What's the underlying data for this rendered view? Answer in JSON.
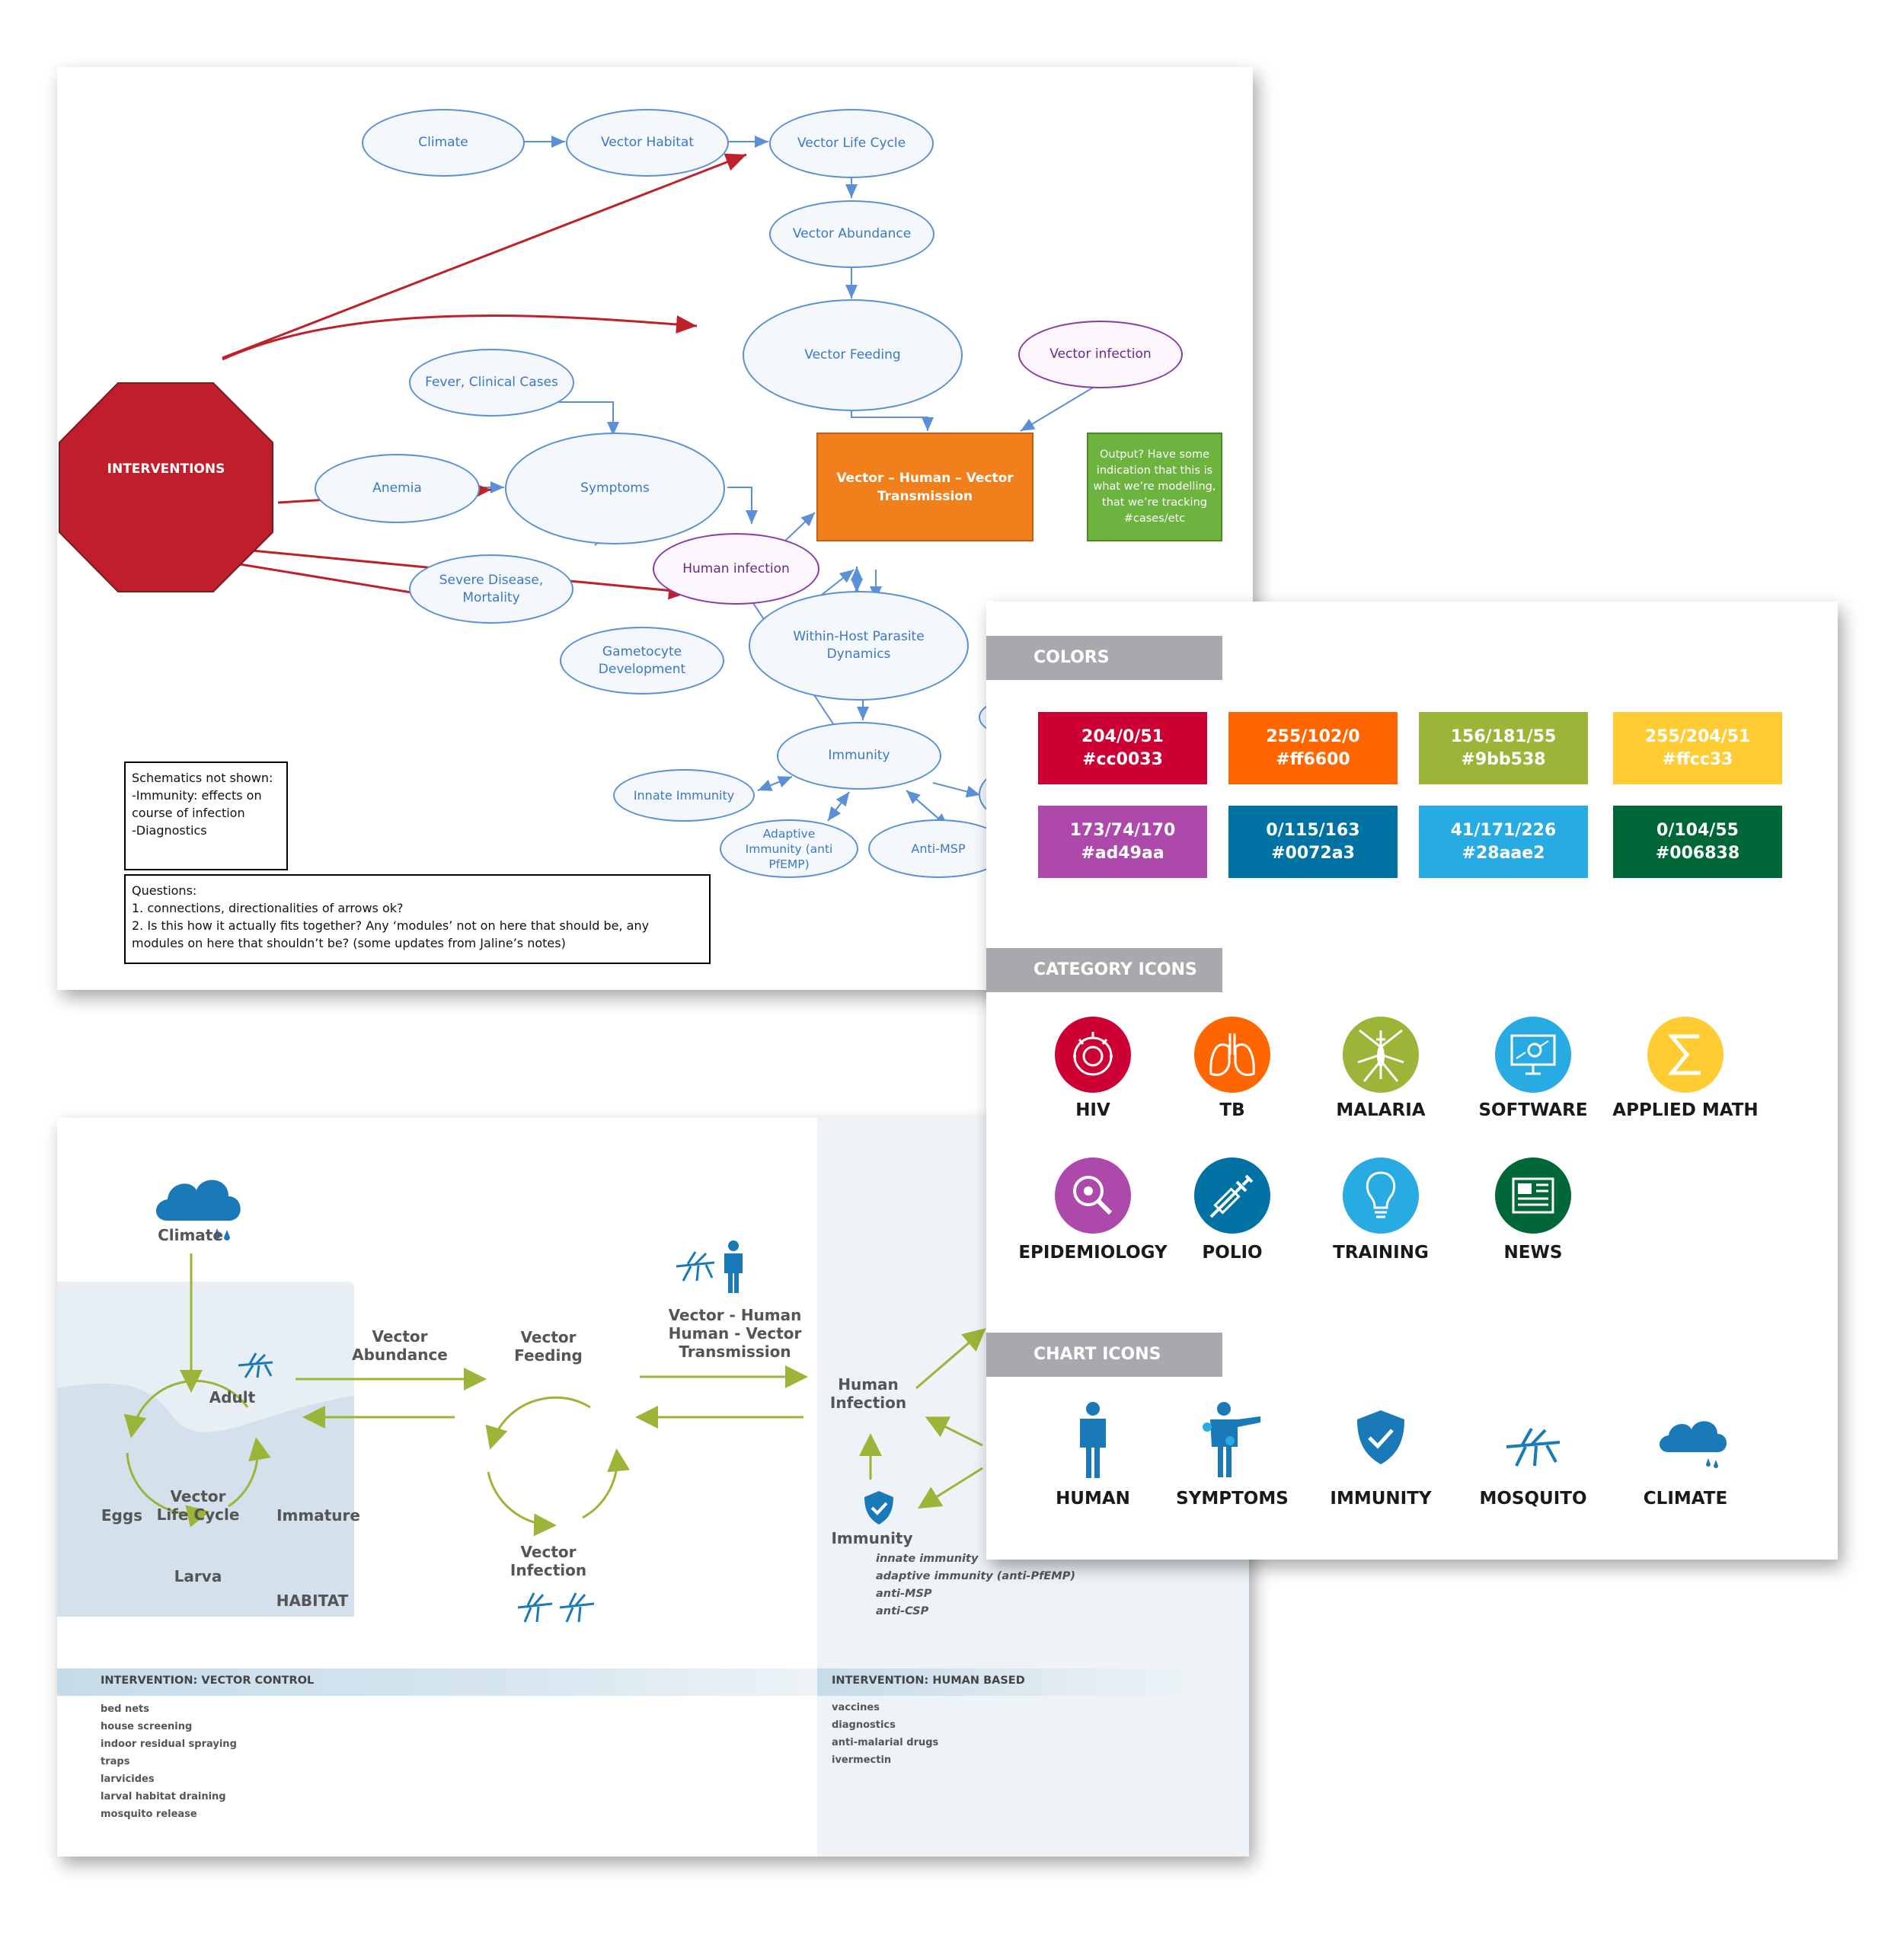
{
  "schematic": {
    "nodes": {
      "climate": "Climate",
      "vector_habitat": "Vector Habitat",
      "vector_life_cycle": "Vector Life Cycle",
      "vector_abundance": "Vector Abundance",
      "vector_feeding": "Vector Feeding",
      "vector_infection": "Vector infection",
      "fever": "Fever, Clinical Cases",
      "symptoms": "Symptoms",
      "anemia": "Anemia",
      "severe_1": "Severe Disease,",
      "severe_2": "Mortality",
      "human_infection": "Human infection",
      "transmission_1": "Vector – Human – Vector",
      "transmission_2": "Transmission",
      "output_1": "Output? Have some",
      "output_2": "indication that this is",
      "output_3": "what we’re modelling,",
      "output_4": "that we’re tracking",
      "output_5": "#cases/etc",
      "within_host_1": "Within-Host Parasite",
      "within_host_2": "Dynamics",
      "gametocyte_1": "Gametocyte",
      "gametocyte_2": "Development",
      "immunity": "Immunity",
      "innate": "Innate Immunity",
      "adaptive_1": "Adaptive",
      "adaptive_2": "Immunity (anti",
      "adaptive_3": "PfEMP)",
      "anti_msp": "Anti-MSP",
      "interventions": "INTERVENTIONS"
    },
    "note1": [
      "Schematics not shown:",
      "-Immunity: effects on",
      "course of infection",
      "-Diagnostics"
    ],
    "note2": [
      "Questions:",
      "1. connections, directionalities of arrows ok?",
      "2. Is this how it actually fits together? Any ‘modules’ not on here that should be, any",
      "modules on here that shouldn’t be? (some updates from Jaline’s notes)"
    ]
  },
  "illustrated": {
    "climate": "Climate",
    "adult": "Adult",
    "eggs": "Eggs",
    "immature": "Immature",
    "larva": "Larva",
    "life_cycle_1": "Vector",
    "life_cycle_2": "Life Cycle",
    "habitat": "HABITAT",
    "abundance_1": "Vector",
    "abundance_2": "Abundance",
    "feeding_1": "Vector",
    "feeding_2": "Feeding",
    "infection_1": "Vector",
    "infection_2": "Infection",
    "transmission_1": "Vector - Human",
    "transmission_2": "Human - Vector",
    "transmission_3": "Transmission",
    "human_infection_1": "Human",
    "human_infection_2": "Infection",
    "immunity": "Immunity",
    "immunity_items": [
      "innate immunity",
      "adaptive immunity (anti-PfEMP)",
      "anti-MSP",
      "anti-CSP"
    ],
    "vector_control_title": "INTERVENTION: VECTOR CONTROL",
    "vector_control_items": [
      "bed nets",
      "house screening",
      "indoor residual spraying",
      "traps",
      "larvicides",
      "larval habitat draining",
      "mosquito release"
    ],
    "human_based_title": "INTERVENTION: HUMAN BASED",
    "human_based_items": [
      "vaccines",
      "diagnostics",
      "anti-malarial drugs",
      "ivermectin"
    ]
  },
  "style_guide": {
    "colors_title": "COLORS",
    "colors": [
      {
        "rgb": "204/0/51",
        "hex": "#cc0033"
      },
      {
        "rgb": "255/102/0",
        "hex": "#ff6600"
      },
      {
        "rgb": "156/181/55",
        "hex": "#9bb538"
      },
      {
        "rgb": "255/204/51",
        "hex": "#ffcc33"
      },
      {
        "rgb": "173/74/170",
        "hex": "#ad49aa"
      },
      {
        "rgb": "0/115/163",
        "hex": "#0072a3"
      },
      {
        "rgb": "41/171/226",
        "hex": "#28aae2"
      },
      {
        "rgb": "0/104/55",
        "hex": "#006838"
      }
    ],
    "category_title": "CATEGORY ICONS",
    "categories": [
      {
        "label": "HIV",
        "icon": "hiv-icon",
        "color": "#cc0033"
      },
      {
        "label": "TB",
        "icon": "lungs-icon",
        "color": "#ff6600"
      },
      {
        "label": "MALARIA",
        "icon": "mosquito-icon",
        "color": "#9bb538"
      },
      {
        "label": "SOFTWARE",
        "icon": "computer-icon",
        "color": "#28aae2"
      },
      {
        "label": "APPLIED MATH",
        "icon": "sigma-icon",
        "color": "#ffcc33"
      },
      {
        "label": "EPIDEMIOLOGY",
        "icon": "magnifier-icon",
        "color": "#ad49aa"
      },
      {
        "label": "POLIO",
        "icon": "syringe-icon",
        "color": "#0072a3"
      },
      {
        "label": "TRAINING",
        "icon": "lightbulb-icon",
        "color": "#28aae2"
      },
      {
        "label": "NEWS",
        "icon": "newspaper-icon",
        "color": "#006838"
      }
    ],
    "chart_title": "CHART ICONS",
    "chart_icons": [
      {
        "label": "HUMAN",
        "icon": "human-icon"
      },
      {
        "label": "SYMPTOMS",
        "icon": "symptoms-icon"
      },
      {
        "label": "IMMUNITY",
        "icon": "shield-icon"
      },
      {
        "label": "MOSQUITO",
        "icon": "mosquito-icon"
      },
      {
        "label": "CLIMATE",
        "icon": "cloud-rain-icon"
      }
    ],
    "icon_color": "#1a7ab8"
  }
}
